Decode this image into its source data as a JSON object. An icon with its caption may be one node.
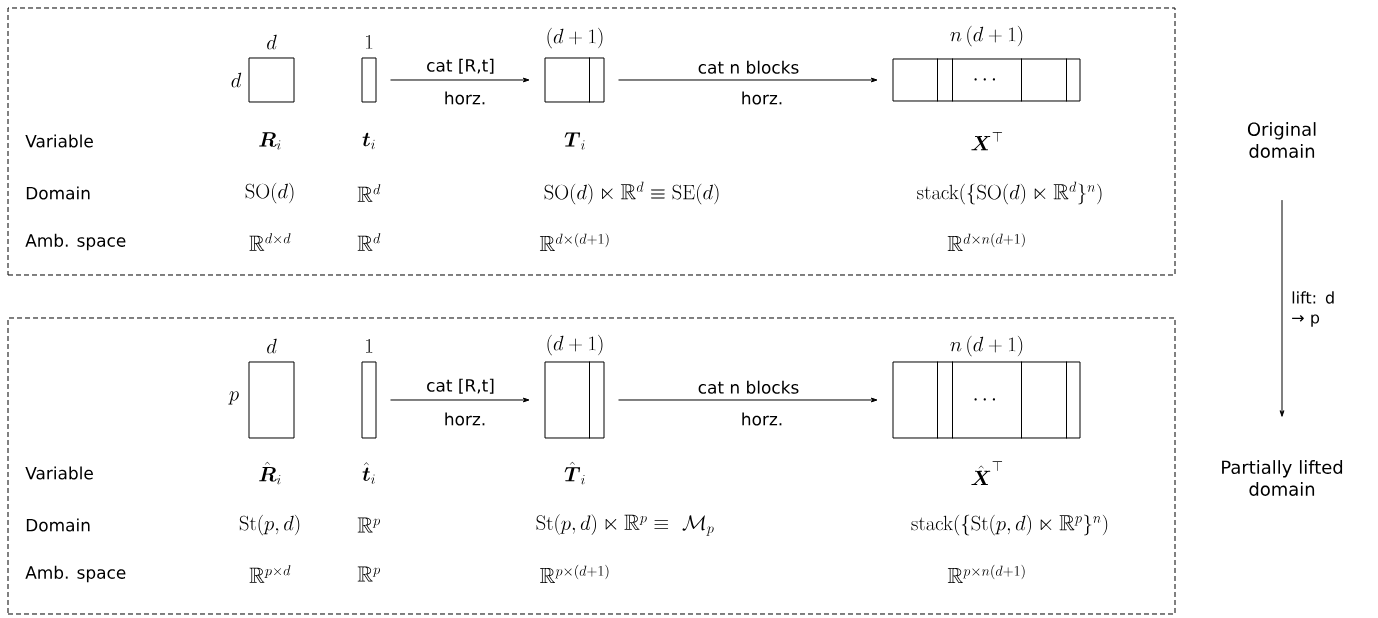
{
  "diagram": {
    "nodes": [
      {
        "text": [],
        "shape": "box"
      },
      {
        "text": [],
        "shape": "box",
        "in": 0,
        "beside": [
          "d",
          "d"
        ]
      },
      {
        "text": [],
        "shape": "box",
        "in": 0,
        "beside": [
          "1"
        ]
      },
      {
        "text": [],
        "shape": "box",
        "in": 0,
        "beside": [
          "(d+1)"
        ]
      },
      {
        "text": [
          "\\cdots"
        ],
        "in": 0,
        "beside": [
          "n\\,(d+1)"
        ]
      },
      {
        "text": [
          "Original domain"
        ]
      },
      {
        "text": [],
        "shape": "box"
      },
      {
        "text": [],
        "shape": "box",
        "in": 6,
        "beside": [
          "d",
          "p"
        ]
      },
      {
        "text": [],
        "shape": "box",
        "in": 6,
        "beside": [
          "1"
        ]
      },
      {
        "text": [],
        "shape": "box",
        "in": 6,
        "beside": [
          "(d+1)"
        ]
      },
      {
        "text": [
          "\\cdots"
        ],
        "in": 6,
        "beside": [
          "n\\,(d+1)"
        ]
      },
      {
        "text": [
          "Partially lifted domain"
        ]
      }
    ],
    "edges": [
      {
        "from": 2,
        "to": 3,
        "arrow": "to",
        "label": "cat [R,t]"
      },
      {
        "from": 3,
        "to": 4,
        "arrow": "to",
        "label": "cat n blocks"
      },
      {
        "from": 5,
        "to": 11,
        "arrow": "to",
        "label": "lift: d → p"
      },
      {
        "from": 8,
        "to": 9,
        "arrow": "to",
        "label": "cat [R,t]"
      },
      {
        "from": 9,
        "to": 10,
        "arrow": "to",
        "label": "cat n blocks"
      }
    ],
    "labels": [
      "horz.",
      "horz.",
      "Variable",
      "\\boldsymbol{R}_i",
      "\\boldsymbol{t}_i",
      "\\boldsymbol{T}_i",
      "\\boldsymbol{X}^\\top",
      "Domain",
      "\\mathrm{SO}(d)",
      "\\mathbb{R}^d",
      "\\mathrm{SO}(d)\\ltimes\\mathbb{R}^d\\equiv\\mathrm{SE}(d)",
      "\\mathrm{stack}(\\{\\mathrm{SO}(d)\\ltimes\\mathbb{R}^d\\}^n)",
      "Amb. space",
      "\\mathbb{R}^{d\\times d}",
      "\\mathbb{R}^d",
      "\\mathbb{R}^{d\\times(d+1)}",
      "\\mathbb{R}^{d\\times n(d+1)}",
      "horz.",
      "horz.",
      "Variable",
      "\\hat{\\boldsymbol{R}}_i",
      "\\hat{\\boldsymbol{t}}_i",
      "\\hat{\\boldsymbol{T}}_i",
      "\\hat{\\boldsymbol{X}}^\\top",
      "Domain",
      "\\mathrm{St}(p,d)",
      "\\mathbb{R}^p",
      "\\mathrm{St}(p,d)\\ltimes\\mathbb{R}^p\\equiv\\ \\mathcal{M}_p",
      "\\mathrm{stack}(\\{\\mathrm{St}(p,d)\\ltimes\\mathbb{R}^p\\}^n)",
      "Amb. space",
      "\\mathbb{R}^{p\\times d}",
      "\\mathbb{R}^p",
      "\\mathbb{R}^{p\\times(d+1)}",
      "\\mathbb{R}^{p\\times n(d+1)}"
    ]
  }
}
